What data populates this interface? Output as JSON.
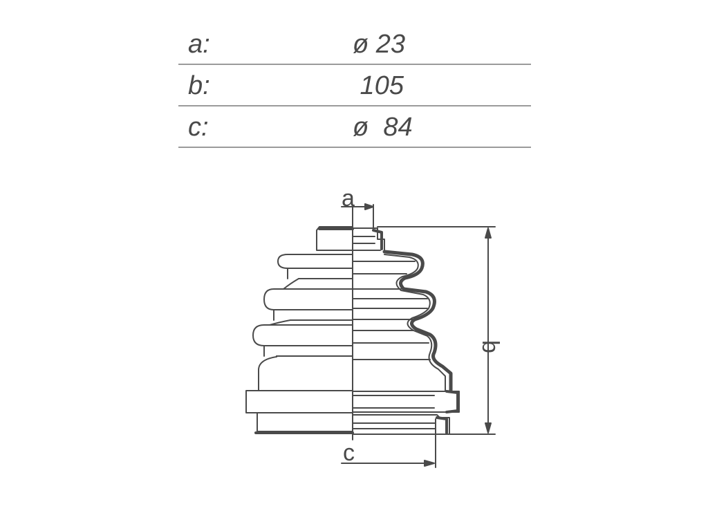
{
  "spec_table": {
    "rows": [
      {
        "key": "a:",
        "value": "ø 23"
      },
      {
        "key": "b:",
        "value": " 105"
      },
      {
        "key": "c:",
        "value": "ø  84"
      }
    ]
  },
  "drawing": {
    "label_a": "a",
    "label_b": "b",
    "label_c": "c"
  },
  "colors": {
    "line": "#4a4a4a",
    "rule": "#9a9a9a",
    "background": "#ffffff"
  }
}
